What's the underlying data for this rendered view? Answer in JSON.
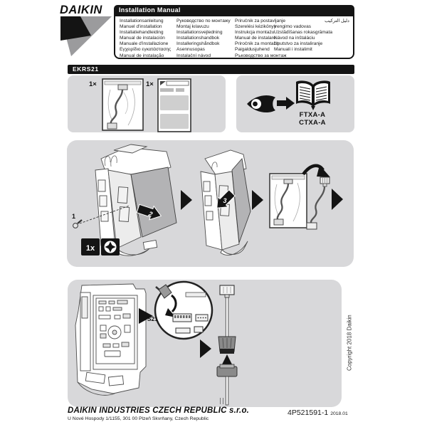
{
  "brand": "DAIKIN",
  "header": {
    "title": "Installation Manual",
    "languages": {
      "col1": [
        "Installationsanleitung",
        "Manuel d'installation",
        "Installatiehandleiding",
        "Manual de instalación",
        "Manuale d'installazione",
        "Εγχειρίδιο εγκατάστασης",
        "Manual de instalação"
      ],
      "col2": [
        "Руководство по монтажу",
        "Montaj kılavuzu",
        "Installationsvejledning",
        "Installationshandbok",
        "Installeringshåndbok",
        "Asennusopas",
        "Instalační návod"
      ],
      "col3": [
        "Priručnik za postavljanje",
        "Szerelési kézikönyv",
        "Instrukcja montażu",
        "Manual de instalare",
        "Priročnik za montažo",
        "Paigaldusjuhend",
        "Ръководство за монтаж"
      ],
      "col4": [
        "دليل التركيب",
        "Įrengimo vadovas",
        "Uzstādīšanas rokasgrāmata",
        "Návod na inštaláciu",
        "Uputstvo za instaliranje",
        "Manuali i instalimit"
      ]
    }
  },
  "model_bar": "EKRS21",
  "kit": {
    "bag_qty": "1×",
    "sheet_qty": "1×",
    "reference_models": [
      "FTXA-A",
      "CTXA-A"
    ]
  },
  "steps": {
    "screw_label": "1",
    "slide_panel_label": "2",
    "remove_panel_label": "3",
    "screw_count": "1x",
    "connector_label": "S21"
  },
  "footer": {
    "company": "DAIKIN INDUSTRIES CZECH REPUBLIC s.r.o.",
    "address": "U Nové Hospody 1/1155, 301 00 Plzeň Skvrňany, Czech Republic",
    "part_number": "4P521591-1",
    "date": "2018.01",
    "copyright": "Copyright 2018 Daikin"
  },
  "colors": {
    "bar_black": "#141414",
    "panel_gray": "#d8d8da",
    "shaded_part": "#b3b3b5"
  }
}
